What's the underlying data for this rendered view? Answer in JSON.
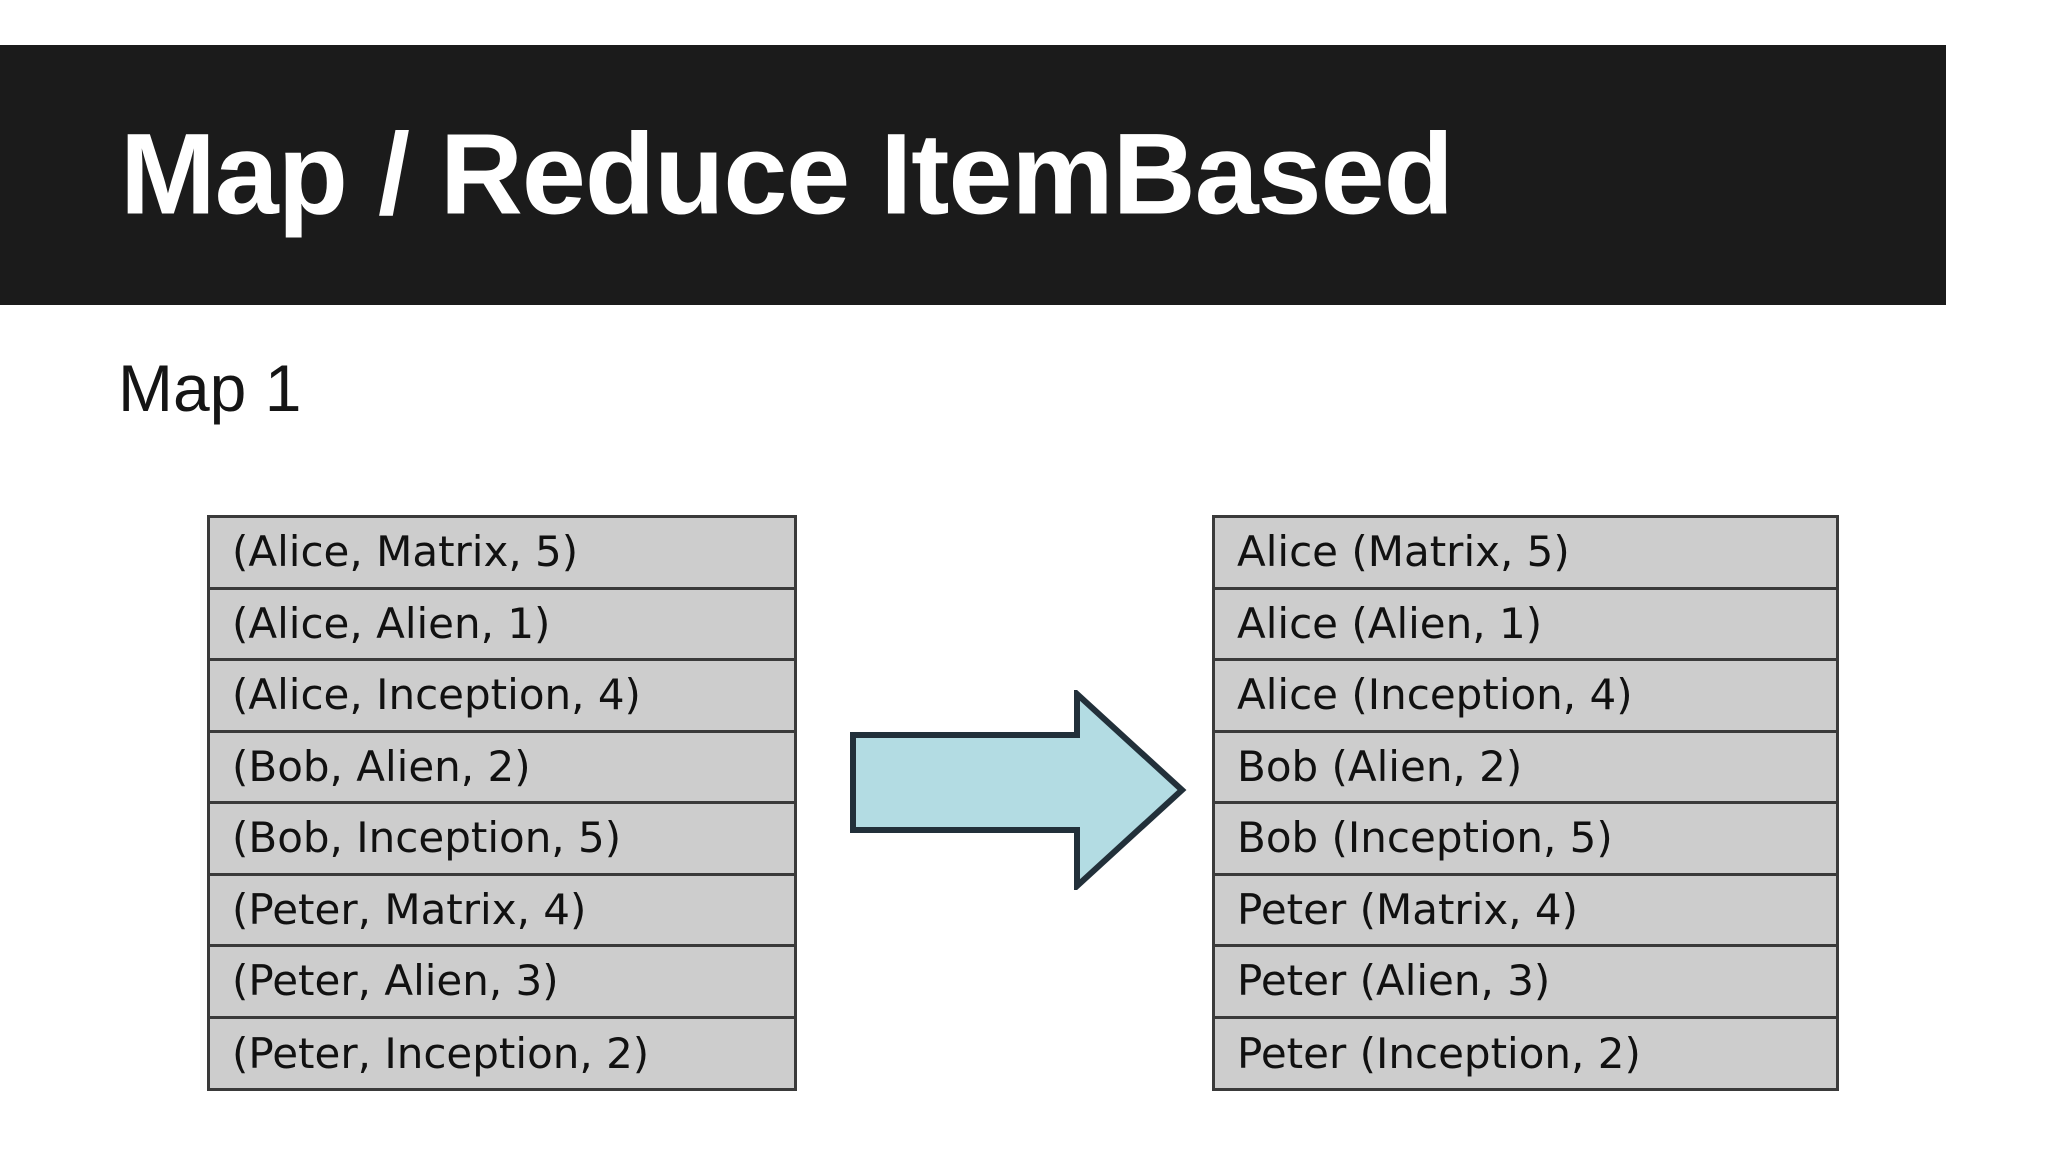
{
  "slide": {
    "title": "Map / Reduce ItemBased",
    "subtitle": "Map 1",
    "title_bar_color": "#1b1b1b",
    "title_text_color": "#ffffff",
    "background_color": "#ffffff"
  },
  "input_table": {
    "name": "map-input",
    "cell_fill": "#cdcdcd",
    "border_color": "#3a3a3a",
    "rows": [
      "(Alice, Matrix, 5)",
      "(Alice, Alien, 1)",
      "(Alice, Inception, 4)",
      "(Bob, Alien, 2)",
      "(Bob, Inception, 5)",
      "(Peter, Matrix, 4)",
      "(Peter, Alien, 3)",
      "(Peter, Inception, 2)"
    ]
  },
  "output_table": {
    "name": "map-output",
    "cell_fill": "#cdcdcd",
    "border_color": "#3a3a3a",
    "rows": [
      "Alice (Matrix, 5)",
      "Alice (Alien, 1)",
      "Alice (Inception, 4)",
      "Bob (Alien, 2)",
      "Bob (Inception, 5)",
      "Peter (Matrix, 4)",
      "Peter (Alien, 3)",
      "Peter (Inception, 2)"
    ]
  },
  "arrow": {
    "name": "right-arrow-icon",
    "direction": "right",
    "fill": "#b3dce3",
    "stroke": "#22303a"
  }
}
